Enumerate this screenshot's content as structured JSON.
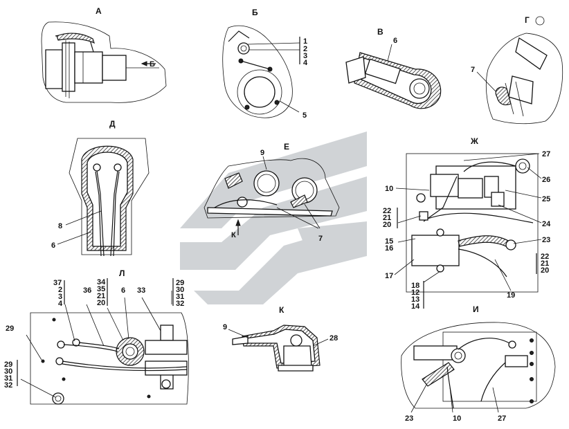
{
  "colors": {
    "ink": "#111111",
    "watermark": "#c8ccd0"
  },
  "views": {
    "A": {
      "title": "А",
      "arrow_label": "Б"
    },
    "B": {
      "title": "Б",
      "callouts": [
        "1",
        "2",
        "3",
        "4",
        "5"
      ]
    },
    "V": {
      "title": "В",
      "callouts": [
        "6"
      ]
    },
    "G": {
      "title": "Г",
      "callouts": [
        "7"
      ]
    },
    "D": {
      "title": "Д",
      "callouts": [
        "8",
        "6"
      ]
    },
    "E": {
      "title": "Е",
      "arrow_label": "К",
      "callouts": [
        "9",
        "7"
      ]
    },
    "ZH": {
      "title": "Ж",
      "callouts": [
        "27",
        "10",
        "26",
        "25",
        "22",
        "21",
        "20",
        "24",
        "15",
        "16",
        "23",
        "22",
        "21",
        "20",
        "17",
        "19",
        "18",
        "12",
        "13",
        "14"
      ]
    },
    "L": {
      "title": "Л",
      "callouts": [
        "37",
        "2",
        "3",
        "4",
        "36",
        "34",
        "35",
        "21",
        "20",
        "6",
        "33",
        "29",
        "30",
        "31",
        "32",
        "29",
        "29",
        "30",
        "31",
        "32"
      ]
    },
    "K": {
      "title": "К",
      "callouts": [
        "9",
        "28"
      ]
    },
    "I": {
      "title": "И",
      "callouts": [
        "23",
        "10",
        "27"
      ]
    }
  }
}
